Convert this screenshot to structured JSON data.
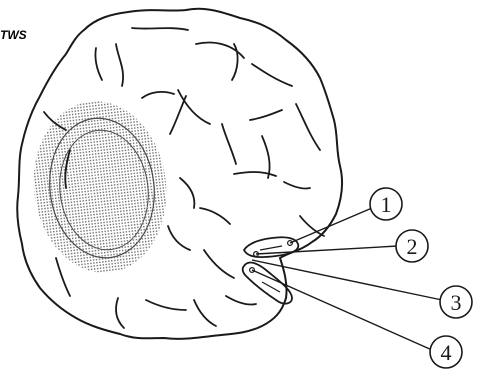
{
  "figure": {
    "model_label": "TWS",
    "callouts": [
      {
        "number": "1"
      },
      {
        "number": "2"
      },
      {
        "number": "3"
      },
      {
        "number": "4"
      }
    ]
  },
  "colors": {
    "ink": "#1a1a1a",
    "mesh": "#6e6e6e",
    "background": "#ffffff"
  }
}
